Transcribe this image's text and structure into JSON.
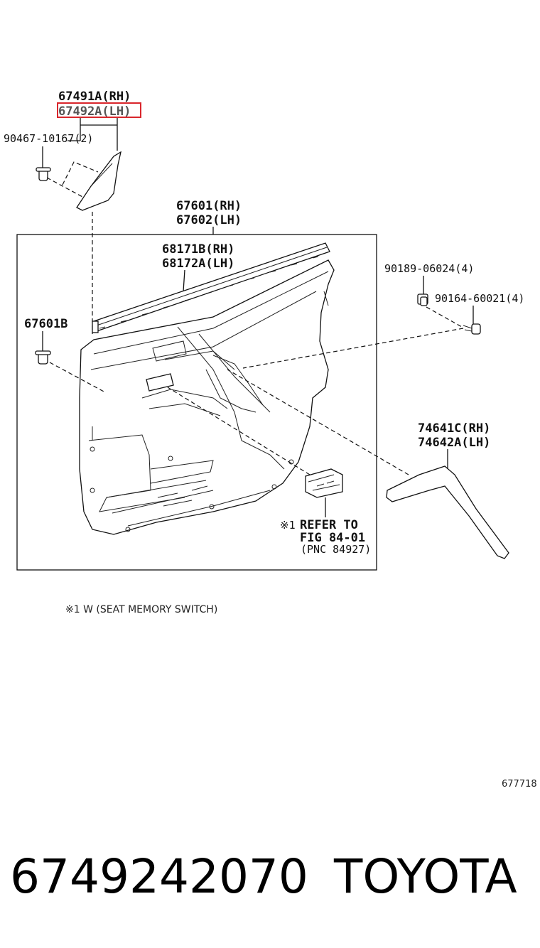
{
  "callouts": {
    "c1_line1": "67491A(RH)",
    "c1_line2": "67492A(LH)",
    "c2": "90467-10167(2)",
    "c3_line1": "67601(RH)",
    "c3_line2": "67602(LH)",
    "c4_line1": "68171B(RH)",
    "c4_line2": "68172A(LH)",
    "c5": "67601B",
    "c6": "90189-06024(4)",
    "c7": "90164-60021(4)",
    "c8_line1": "74641C(RH)",
    "c8_line2": "74642A(LH)",
    "ref_mark": "※1",
    "ref_line1": "REFER TO",
    "ref_line2": "FIG 84-01",
    "ref_line3": "(PNC 84927)"
  },
  "note": "※1 W (SEAT MEMORY SWITCH)",
  "figure_number": "677718",
  "part_number": "6749242070",
  "brand": "TOYOTA",
  "highlight_color": "#d9262c"
}
